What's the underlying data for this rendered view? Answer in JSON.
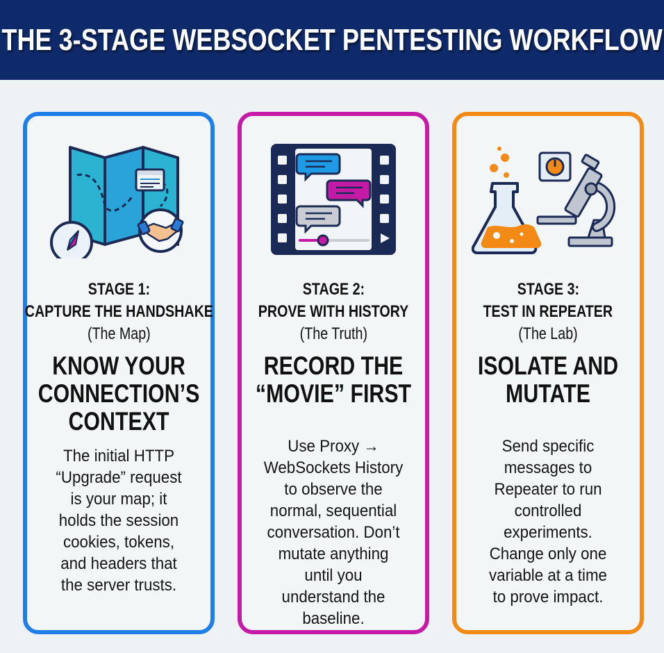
{
  "header": {
    "title": "THE 3-STAGE WEBSOCKET PENTESTING WORKFLOW",
    "background_color": "#0f2a6b"
  },
  "stages": [
    {
      "color": "#1f7fe6",
      "icon": "map-compass-handshake-icon",
      "label": "STAGE 1:",
      "title": "CAPTURE THE HANDSHAKE",
      "subtitle": "(The Map)",
      "headline": "KNOW YOUR\nCONNECTION’S\nCONTEXT",
      "body": "The initial HTTP\n“Upgrade” request\nis your map; it\nholds the session\ncookies, tokens,\nand headers that\nthe server trusts."
    },
    {
      "color": "#c41aa6",
      "icon": "film-chat-history-icon",
      "label": "STAGE 2:",
      "title": "PROVE WITH HISTORY",
      "subtitle": "(The Truth)",
      "headline": "RECORD THE\n“MOVIE” FIRST",
      "body": "Use Proxy →\nWebSockets History\nto observe the\nnormal, sequential\nconversation. Don’t\nmutate anything\nuntil you\nunderstand the\nbaseline."
    },
    {
      "color": "#f48a16",
      "icon": "lab-flask-microscope-icon",
      "label": "STAGE 3:",
      "title": "TEST IN REPEATER",
      "subtitle": "(The Lab)",
      "headline": "ISOLATE AND\nMUTATE",
      "body": "Send specific\nmessages to\nRepeater to run\ncontrolled\nexperiments.\nChange only one\nvariable at a time\nto prove impact."
    }
  ]
}
